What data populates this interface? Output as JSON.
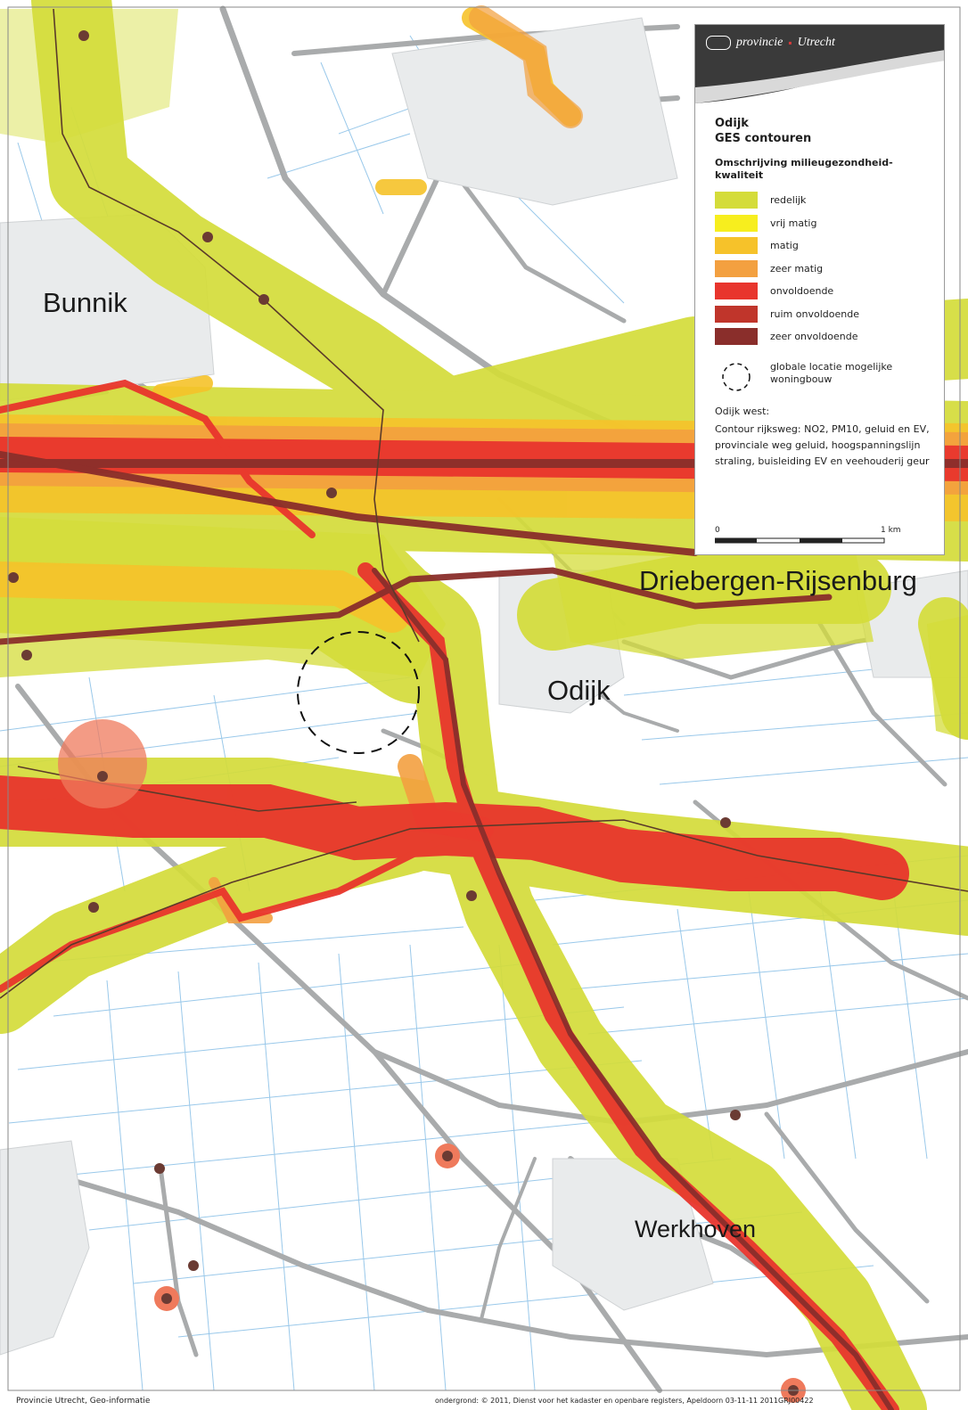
{
  "legend": {
    "logo_text_left": "provincie",
    "logo_text_right": "Utrecht",
    "title_line1": "Odijk",
    "title_line2": "GES contouren",
    "subtitle": "Omschrijving milieugezondheid-kwaliteit",
    "classes": [
      {
        "label": "redelijk",
        "color": "#d4dc3a"
      },
      {
        "label": "vrij matig",
        "color": "#f7ee1e"
      },
      {
        "label": "matig",
        "color": "#f6c22a"
      },
      {
        "label": "zeer matig",
        "color": "#f3a040"
      },
      {
        "label": "onvoldoende",
        "color": "#e8352d"
      },
      {
        "label": "ruim onvoldoende",
        "color": "#c0352b"
      },
      {
        "label": "zeer onvoldoende",
        "color": "#8a2e2b"
      }
    ],
    "location_label": "globale locatie mogelijke woningbouw",
    "west_title": "Odijk west:",
    "west_text": "Contour rijksweg: NO2, PM10, geluid en EV, provinciale weg geluid, hoogspanningslijn straling, buisleiding EV en veehouderij geur",
    "scale_start": "0",
    "scale_end": "1 km"
  },
  "places": {
    "bunnik": "Bunnik",
    "driebergen": "Driebergen-Rijsenburg",
    "odijk": "Odijk",
    "werkhoven": "Werkhoven"
  },
  "footer": {
    "left": "Provincie Utrecht, Geo-informatie",
    "right": "ondergrond: © 2011, Dienst voor het kadaster en openbare registers, Apeldoorn    03-11-11    2011GRJ00422"
  },
  "colors": {
    "redelijk": "#d4dc3a",
    "matig": "#f6c22a",
    "zeer_matig": "#f3a040",
    "onvoldoende": "#e8352d",
    "zeer_onvoldoende": "#8a2e2b",
    "road": "#a9abac",
    "water": "#8fc3e8"
  }
}
